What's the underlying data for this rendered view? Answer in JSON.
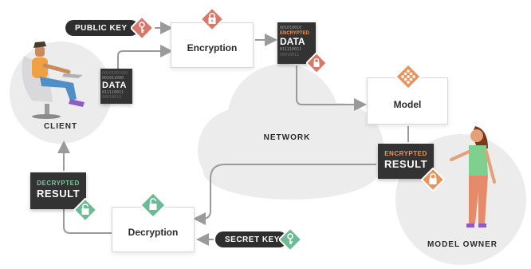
{
  "nodes": {
    "encryption": "Encryption",
    "decryption": "Decryption",
    "model": "Model",
    "client": "CLIENT",
    "network": "NETWORK",
    "model_owner": "MODEL OWNER"
  },
  "keys": {
    "public": "PUBLIC KEY",
    "secret": "SECRET KEY"
  },
  "data_card": {
    "bits": [
      "00101001001",
      "001011000",
      "011110011",
      "00010010"
    ],
    "label": "DATA"
  },
  "encrypted_data_card": {
    "bits_top": "001010010",
    "tag": "ENCRYPTED",
    "label": "DATA",
    "bits_bottom": [
      "011110011",
      "00010011"
    ]
  },
  "encrypted_result_card": {
    "tag": "ENCRYPTED",
    "label": "RESULT"
  },
  "decrypted_result_card": {
    "tag": "DECRYPTED",
    "label": "RESULT"
  },
  "colors": {
    "public_key": "#d9786a",
    "encryption": "#d9786a",
    "encrypted_tag": "#e8945e",
    "model": "#e8945e",
    "decryption": "#6dbb96",
    "secret_key": "#6dbb96",
    "decrypted_tag": "#7cc89d",
    "card_bg": "#333333",
    "arrow": "#9a9a9a",
    "circle_bg": "#ececec"
  },
  "icons": {
    "public_key": "key-icon",
    "secret_key": "key-icon",
    "encryption": "lock-icon",
    "decryption": "unlock-icon",
    "model": "grid-diamond-icon"
  }
}
